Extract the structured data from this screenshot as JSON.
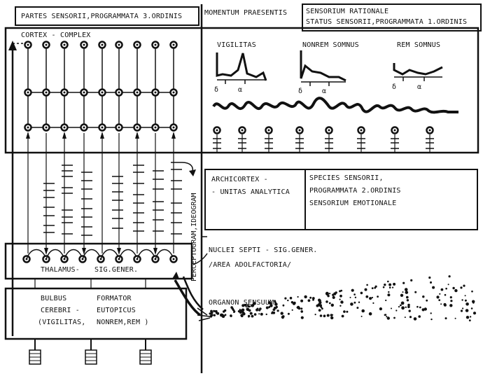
{
  "labels": {
    "partes": "PARTES SENSORII,PROGRAMMATA 3.ORDINIS",
    "momentum": "MOMENTUM PRAESENTIS",
    "sensorium_line1": "SENSORIUM RATIONALE",
    "sensorium_line2": "STATUS SENSORII,PROGRAMMATA 1.ORDINIS",
    "cortex": "CORTEX - COMPLEX",
    "vigilitas": "VIGILITAS",
    "nonrem": "NONREM SOMNUS",
    "rem": "REM SOMNUS",
    "delta": "δ",
    "alpha": "α",
    "archicortex_line1": "ARCHICORTEX -",
    "archicortex_line2": "- UNITAS ANALYTICA",
    "species_line1": "SPECIES SENSORII,",
    "species_line2": "PROGRAMMATA 2.ORDINIS",
    "species_line3": "SENSORIUM EMOTIONALE",
    "perceptogram": "PERCEPTOGRAM,IDEOGRAM",
    "nuclei_line1": "NUCLEI SEPTI - SIG.GENER.",
    "nuclei_line2": "/AREA ADOLFACTORIA/",
    "thalamus": "THALAMUS-",
    "sig_gener": "SIG.GENER.",
    "bulbus_line1": "BULBUS",
    "bulbus_line2": "CEREBRI -",
    "bulbus_line3": "(VIGILITAS,",
    "formator_line1": "FORMATOR",
    "formator_line2": "EUTOPICUS",
    "formator_line3": "NONREM,REM )",
    "organon": "ORGANON SENSUUM"
  }
}
